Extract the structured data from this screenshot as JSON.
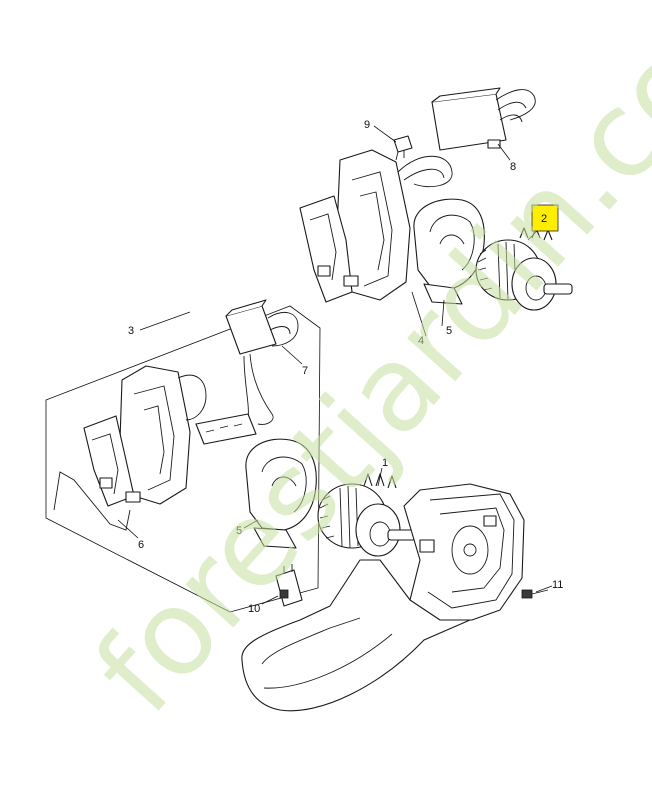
{
  "callouts": {
    "c1": "1",
    "c2": "2",
    "c3": "3",
    "c4": "4",
    "c5a": "5",
    "c5b": "5",
    "c6": "6",
    "c7": "7",
    "c8": "8",
    "c9": "9",
    "c10": "10",
    "c11": "11"
  },
  "highlight": {
    "part": "2",
    "color": "#ffee00"
  },
  "watermark": {
    "text": "forestjardin.com",
    "color": "#c7dfa0"
  }
}
